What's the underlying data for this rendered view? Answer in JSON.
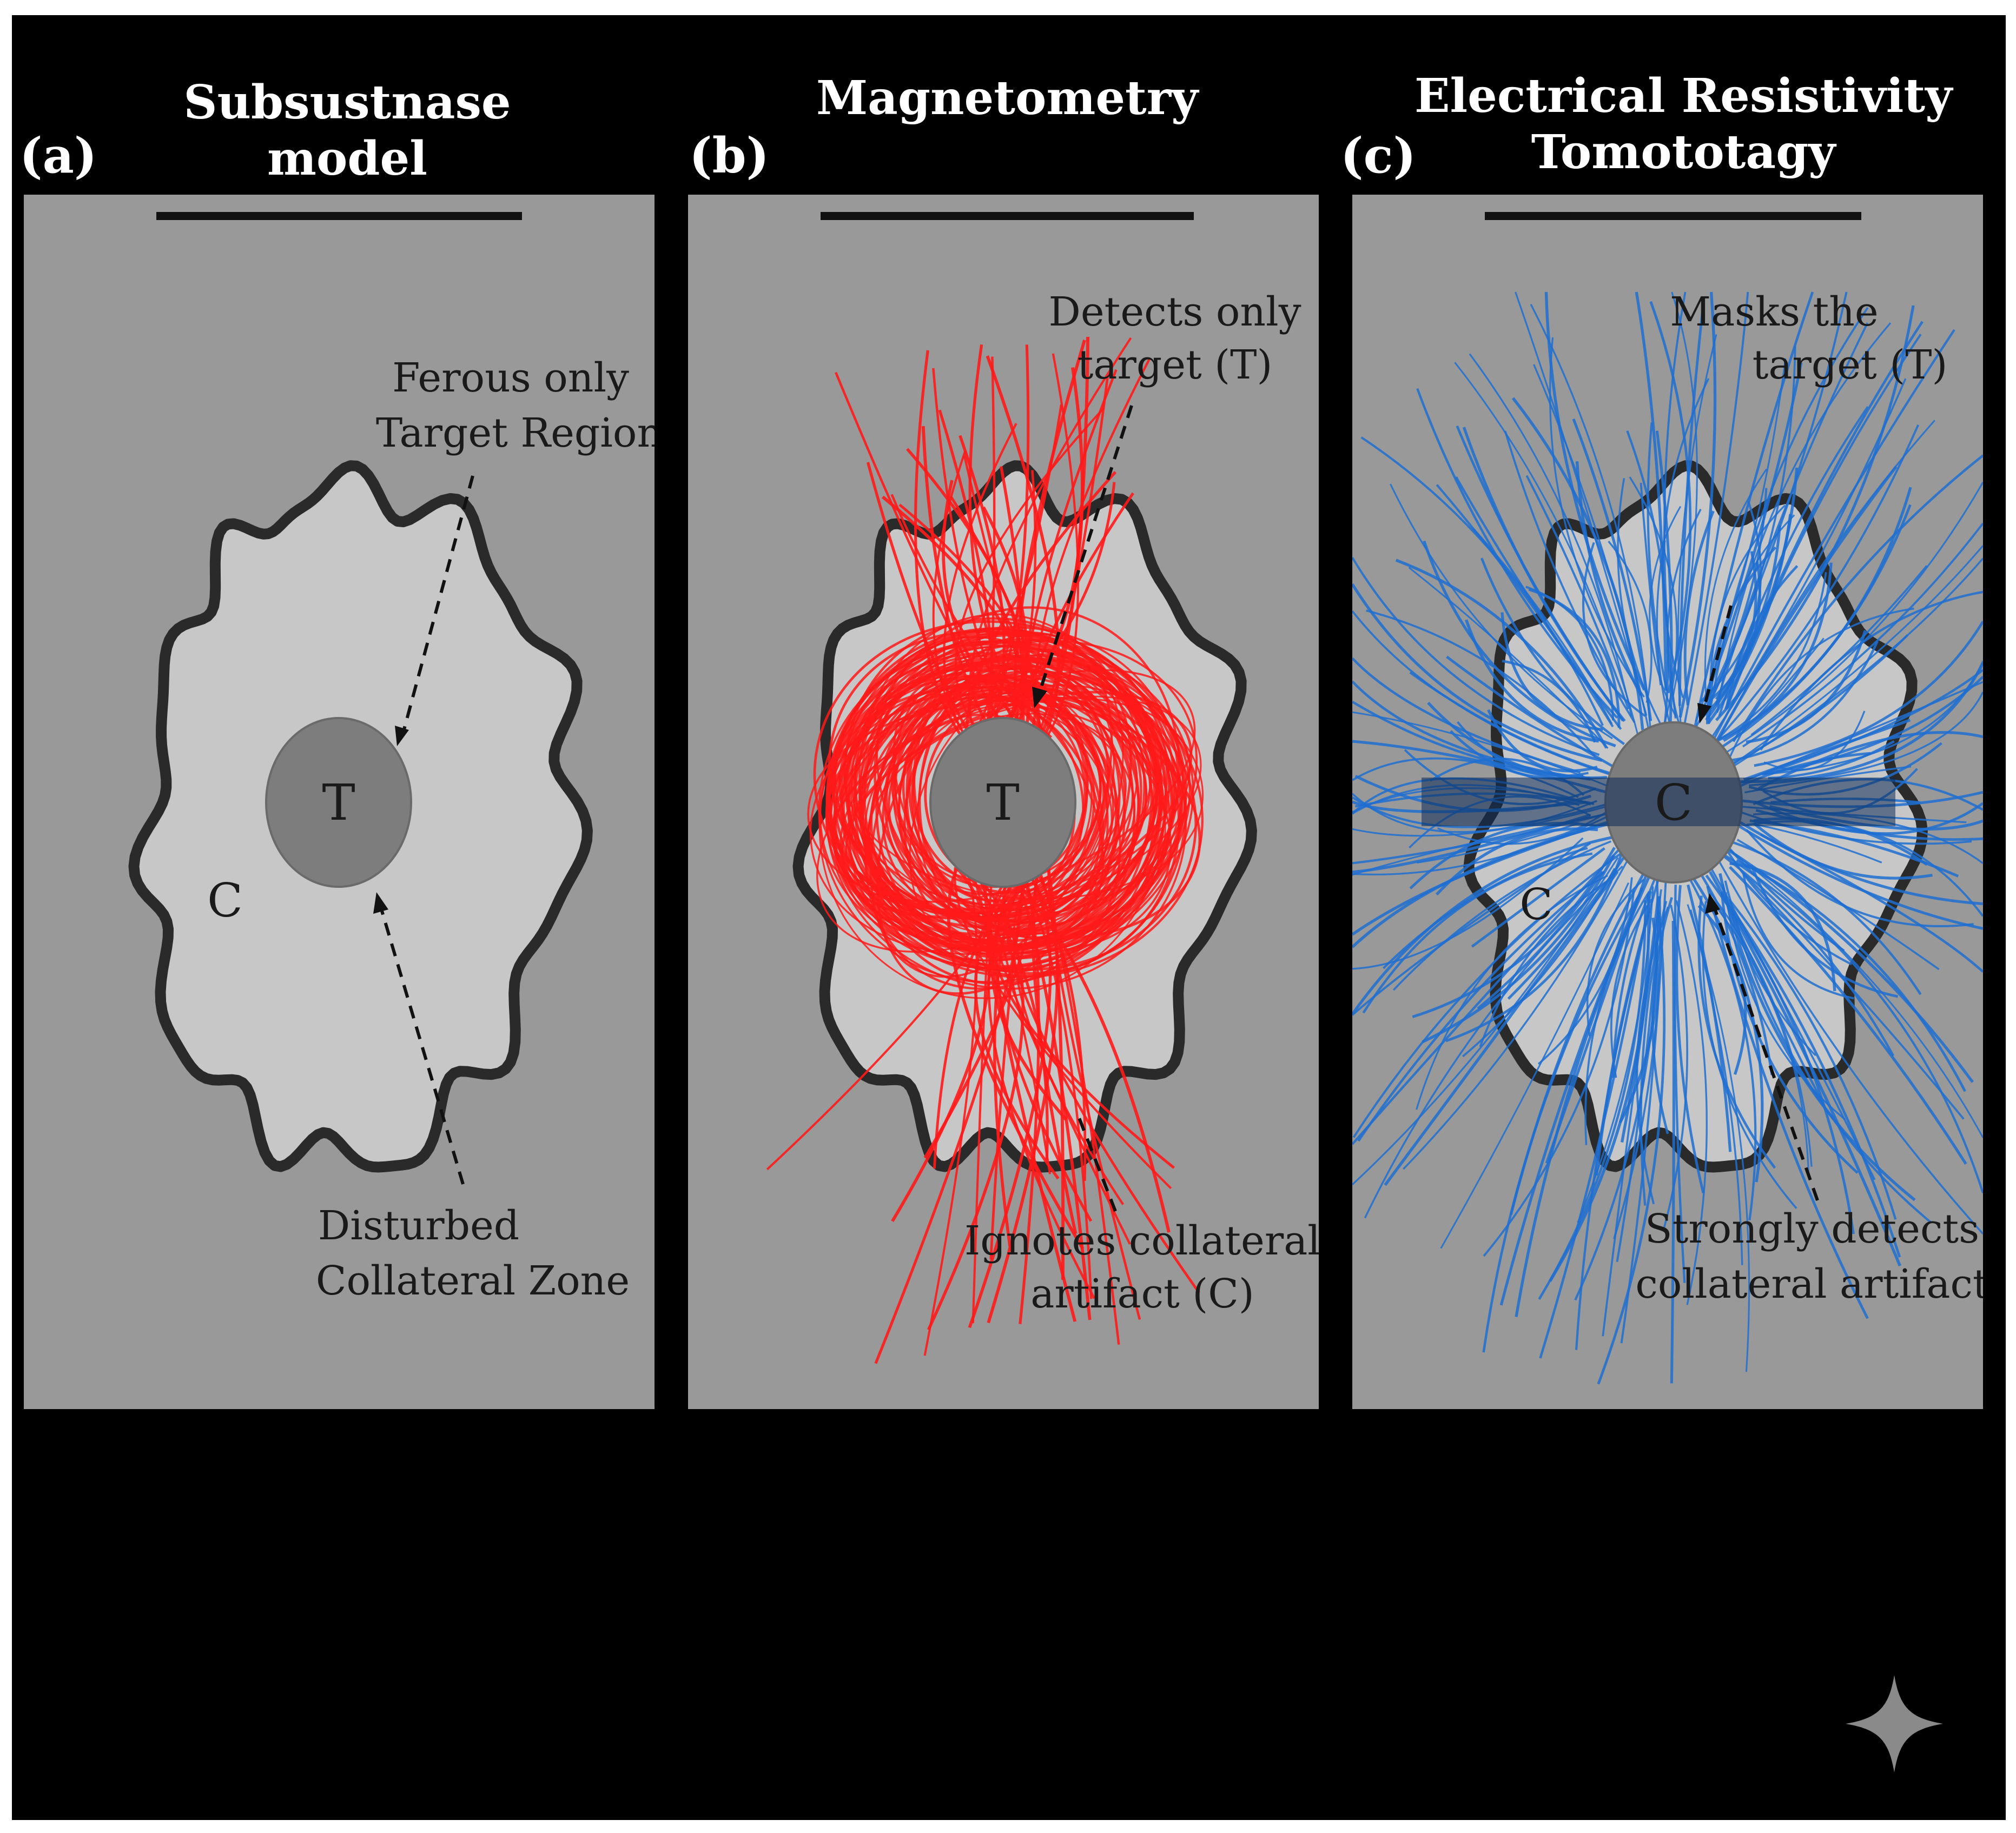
{
  "colors": {
    "background": "#000000",
    "panel": "#999999",
    "zone": "#c7c7c7",
    "target": "#7d7d7d",
    "magnetometry_lines": "#ff1a1a",
    "resistivity_lines": "#1f6fd1"
  },
  "panels": [
    {
      "letter": "(a)",
      "heading": [
        "Subsustnase",
        "model"
      ],
      "center_label": "T",
      "zone_label": "C",
      "annotation_top": [
        "Ferous only",
        "Target Region"
      ],
      "annotation_bottom": [
        "Disturbed",
        "Collateral Zone"
      ]
    },
    {
      "letter": "(b)",
      "heading": [
        "Magnetometry"
      ],
      "center_label": "T",
      "annotation_top": [
        "Detects only",
        "target (T)"
      ],
      "annotation_bottom": [
        "Ignotes collateral",
        "artifact (C)"
      ]
    },
    {
      "letter": "(c)",
      "heading": [
        "Electrical Resistivity",
        "Tomototagy"
      ],
      "center_label": "C",
      "zone_label": "C",
      "annotation_top": [
        "Masks the",
        "target (T)"
      ],
      "annotation_bottom": [
        "Strongly detects",
        "collateral artifact"
      ]
    }
  ],
  "icon": "sparkle-icon"
}
